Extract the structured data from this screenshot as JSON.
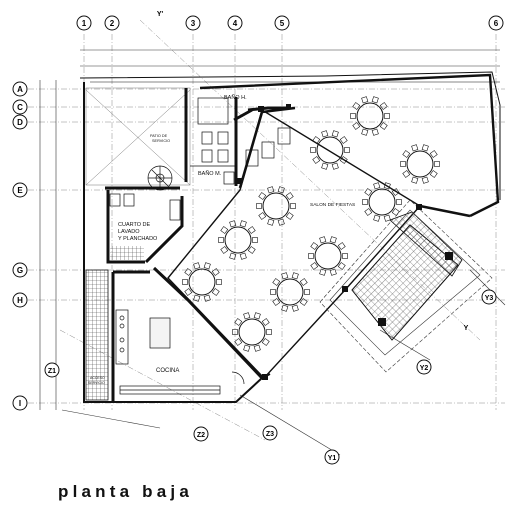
{
  "title": "planta baja",
  "grid": {
    "columns": [
      "1",
      "2",
      "3",
      "4",
      "5",
      "6"
    ],
    "rows": [
      "A",
      "C",
      "D",
      "E",
      "G",
      "H",
      "I"
    ],
    "diagonal_axes": [
      "Y'",
      "Y",
      "Y3",
      "Y2",
      "Y1",
      "Z1",
      "Z2",
      "Z3"
    ]
  },
  "rooms": {
    "bano_h": "BAÑO H.",
    "patio_servicio": [
      "PATIO DE",
      "SERVICIO"
    ],
    "bano_m": "BAÑO M.",
    "cuarto_lavado": [
      "CUARTO DE",
      "LAVADO",
      "Y PLANCHADO"
    ],
    "salon_fiestas": "SALON DE FIESTAS",
    "cocina": "COCINA",
    "acceso_servicio": [
      "ACCESO",
      "SERVICIO"
    ]
  },
  "colors": {
    "line": "#111111",
    "thin": "#555555",
    "hatch": "#444444"
  }
}
